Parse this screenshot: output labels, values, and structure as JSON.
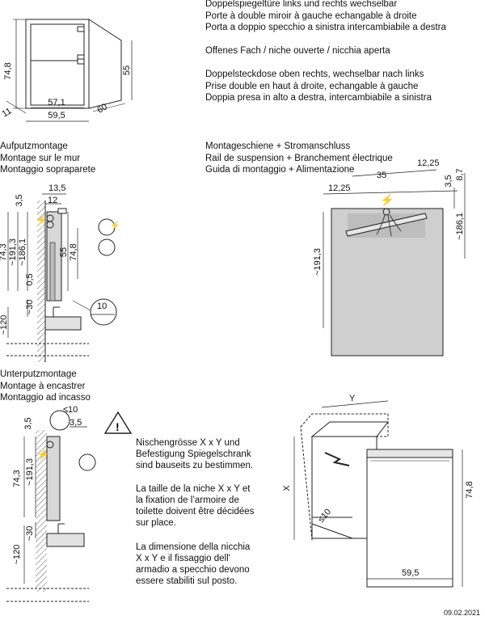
{
  "top_text": {
    "line1": "Doppelspiegeltüre links und rechts wechselbar",
    "line2": "Porte à double miroir à gauche echangable à droite",
    "line3": "Porta a doppio specchio a sinistra intercambiabile a destra",
    "line4": "Offenes Fach / niche ouverte / nicchia aperta",
    "line5": "Doppelsteckdose oben rechts, wechselbar nach links",
    "line6": "Prise double en haut à droite, echangable à gauche",
    "line7": "Doppia presa in alto a destra, intercambiabile a sinistra"
  },
  "top_dims": {
    "d1": "74,8",
    "d2": "55",
    "d3": "57,1",
    "d4": "59,5",
    "d5": "60",
    "d6": "11"
  },
  "surface": {
    "t1": "Aufputzmontage",
    "t2": "Montage sur le mur",
    "t3": "Montaggio sopraparete",
    "dims": {
      "a": "13,5",
      "b": "3,5",
      "c": "12",
      "d": "74,3",
      "e": "~191,3",
      "f": "~186,1",
      "g": "55",
      "h": "74,8",
      "i": "0,5",
      "j": "~30",
      "k": "~120",
      "l": "10"
    }
  },
  "rail": {
    "t1": "Montageschiene + Stromanschluss",
    "t2": "Rail de suspension + Branchement électrique",
    "t3": "Guida di montaggio + Alimentazione",
    "dims": {
      "a": "35",
      "b": "12,25",
      "c": "12,25",
      "d": "8,7",
      "e": "3,5",
      "f": "~186,1",
      "g": "~191,3"
    }
  },
  "flush": {
    "t1": "Unterputzmontage",
    "t2": "Montage à encastrer",
    "t3": "Montaggio ad incasso",
    "dims": {
      "a": "3,5",
      "b": "≤10",
      "c": "3,5",
      "d": "74,3",
      "e": "~191,3",
      "f": "~30",
      "g": "~120"
    }
  },
  "niche_text": {
    "de": "Nischengrösse X x Y und Befestigung Spiegelschrank sind bauseits zu bestimmen.",
    "fr": "La taille de la niche X x Y et la fixation de l’armoire de toilette doivent être décidées sur place.",
    "it": "La dimensione della nicchia X x Y e il fissaggio dell' armadio a specchio devono essere stabiliti sul posto."
  },
  "niche_dims": {
    "x": "X",
    "y": "Y",
    "h": "74,8",
    "w": "59,5",
    "m": "≤10"
  },
  "date": "09.02.2021"
}
